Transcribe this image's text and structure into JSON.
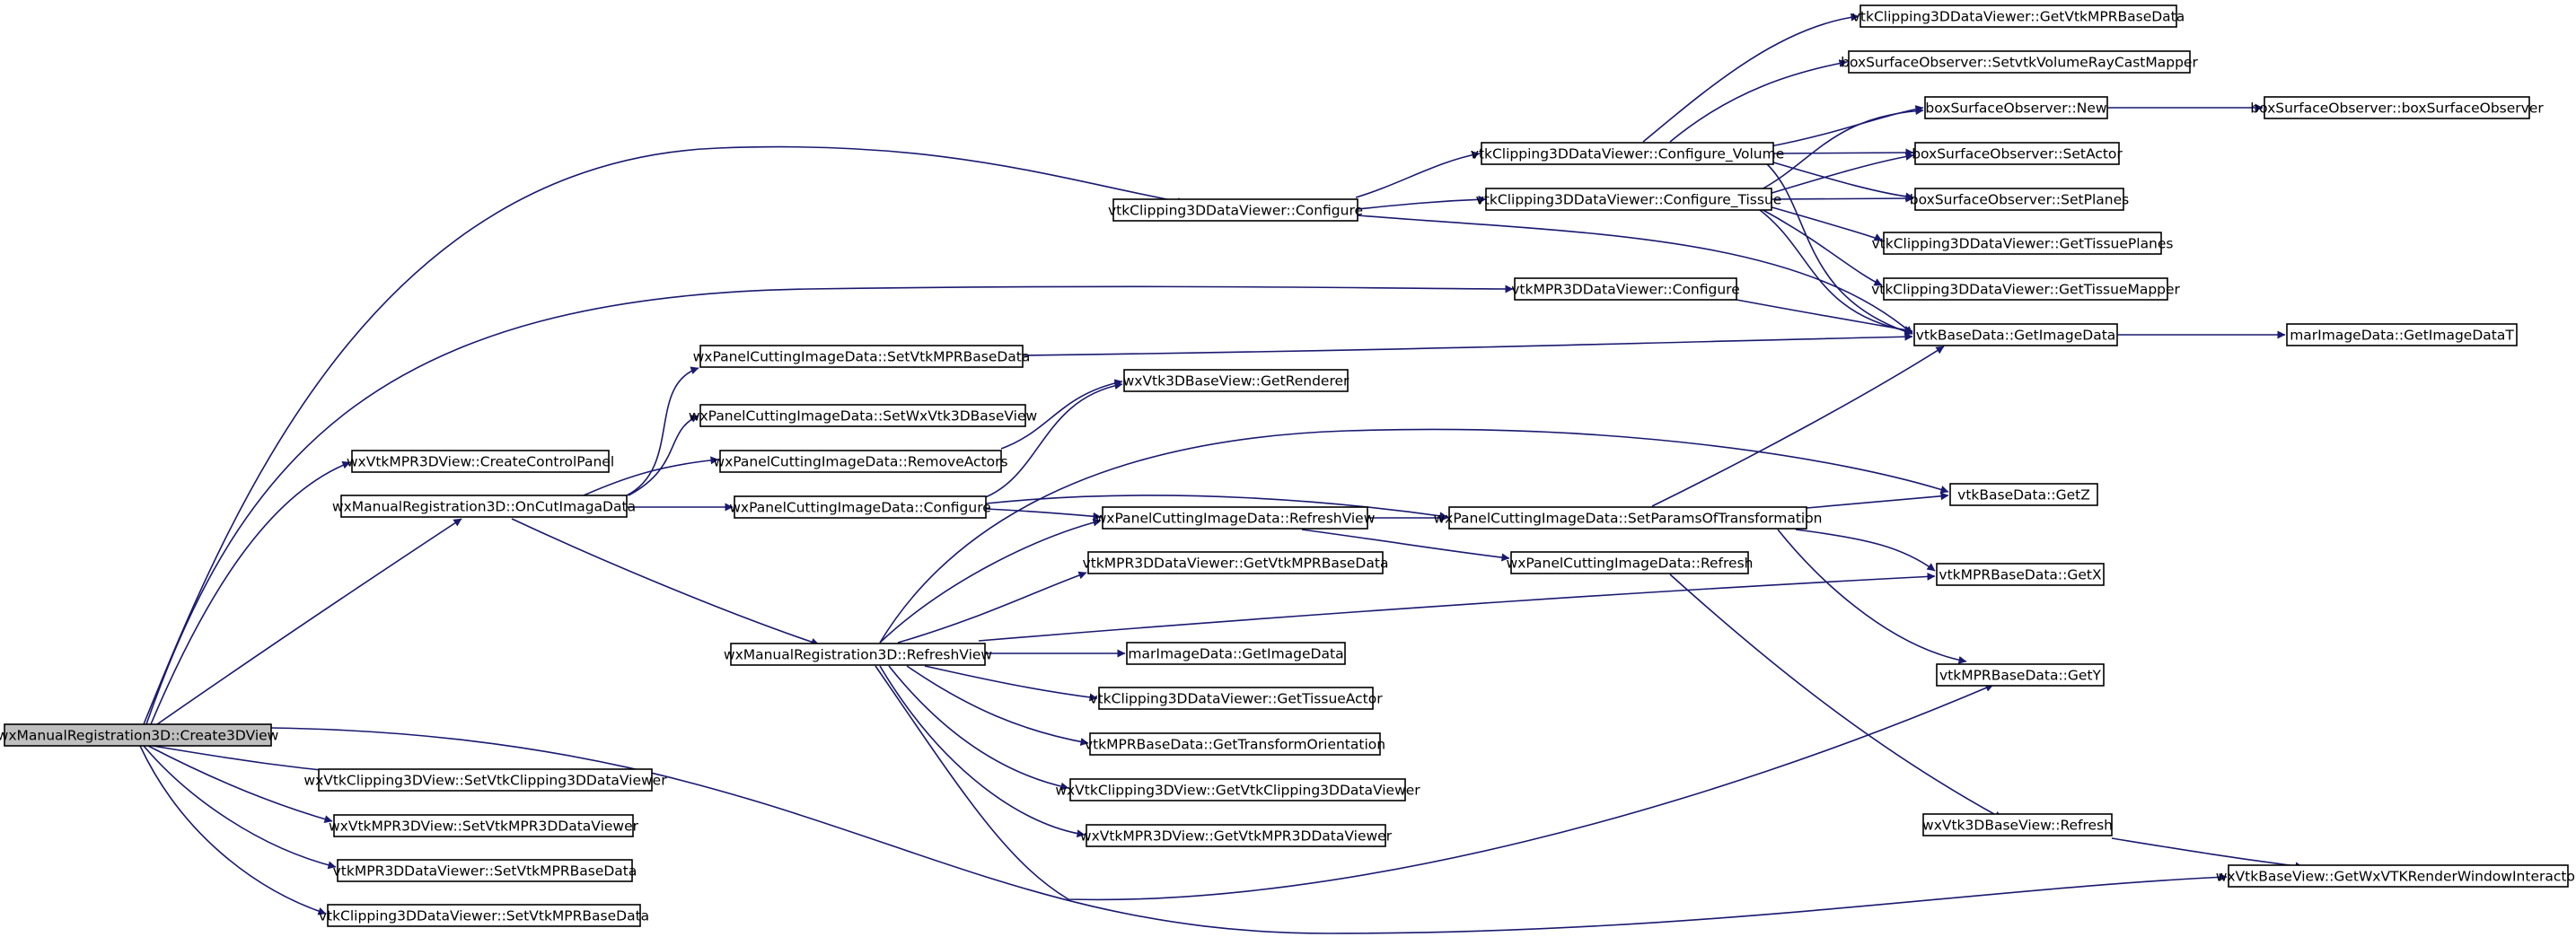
{
  "colors": {
    "edge": "#191970",
    "root_fill": "#bfbfbf",
    "node_fill": "#ffffff",
    "border": "#000000"
  },
  "nodes": {
    "root": "wxManualRegistration3D::Create3DView",
    "vtkClipping3DDataViewer_Configure": "vtkClipping3DDataViewer::Configure",
    "vtkClipping3DDataViewer_Configure_Volume": "vtkClipping3DDataViewer::Configure_Volume",
    "vtkClipping3DDataViewer_Configure_Tissue": "vtkClipping3DDataViewer::Configure_Tissue",
    "vtkClipping3DDataViewer_GetVtkMPRBaseData": "vtkClipping3DDataViewer::GetVtkMPRBaseData",
    "boxSurfaceObserver_SetvtkVolumeRayCastMapper": "boxSurfaceObserver::SetvtkVolumeRayCastMapper",
    "boxSurfaceObserver_New": "boxSurfaceObserver::New",
    "boxSurfaceObserver_boxSurfaceObserver": "boxSurfaceObserver::boxSurfaceObserver",
    "boxSurfaceObserver_SetActor": "boxSurfaceObserver::SetActor",
    "boxSurfaceObserver_SetPlanes": "boxSurfaceObserver::SetPlanes",
    "vtkClipping3DDataViewer_GetTissuePlanes": "vtkClipping3DDataViewer::GetTissuePlanes",
    "vtkClipping3DDataViewer_GetTissueMapper": "vtkClipping3DDataViewer::GetTissueMapper",
    "vtkMPR3DDataViewer_Configure": "vtkMPR3DDataViewer::Configure",
    "vtkBaseData_GetImageData": "vtkBaseData::GetImageData",
    "marImageData_GetImageDataT": "marImageData::GetImageDataT",
    "wxPanelCuttingImageData_SetVtkMPRBaseData": "wxPanelCuttingImageData::SetVtkMPRBaseData",
    "wxVtk3DBaseView_GetRenderer": "wxVtk3DBaseView::GetRenderer",
    "wxPanelCuttingImageData_SetWxVtk3DBaseView": "wxPanelCuttingImageData::SetWxVtk3DBaseView",
    "wxVtkMPR3DView_CreateControlPanel": "wxVtkMPR3DView::CreateControlPanel",
    "wxPanelCuttingImageData_RemoveActors": "wxPanelCuttingImageData::RemoveActors",
    "wxManualRegistration3D_OnCutImagaData": "wxManualRegistration3D::OnCutImagaData",
    "wxPanelCuttingImageData_Configure": "wxPanelCuttingImageData::Configure",
    "vtkBaseData_GetZ": "vtkBaseData::GetZ",
    "wxPanelCuttingImageData_RefreshView": "wxPanelCuttingImageData::RefreshView",
    "wxPanelCuttingImageData_SetParamsOfTransformation": "wxPanelCuttingImageData::SetParamsOfTransformation",
    "vtkMPR3DDataViewer_GetVtkMPRBaseData": "vtkMPR3DDataViewer::GetVtkMPRBaseData",
    "wxPanelCuttingImageData_Refresh": "wxPanelCuttingImageData::Refresh",
    "vtkMPRBaseData_GetX": "vtkMPRBaseData::GetX",
    "wxManualRegistration3D_RefreshView": "wxManualRegistration3D::RefreshView",
    "marImageData_GetImageData": "marImageData::GetImageData",
    "vtkMPRBaseData_GetY": "vtkMPRBaseData::GetY",
    "vtkClipping3DDataViewer_GetTissueActor": "vtkClipping3DDataViewer::GetTissueActor",
    "vtkMPRBaseData_GetTransformOrientation": "vtkMPRBaseData::GetTransformOrientation",
    "wxVtkClipping3DView_GetVtkClipping3DDataViewer": "wxVtkClipping3DView::GetVtkClipping3DDataViewer",
    "wxVtk3DBaseView_Refresh": "wxVtk3DBaseView::Refresh",
    "wxVtkMPR3DView_GetVtkMPR3DDataViewer": "wxVtkMPR3DView::GetVtkMPR3DDataViewer",
    "wxVtkBaseView_GetWxVTKRenderWindowInteractor": "wxVtkBaseView::GetWxVTKRenderWindowInteractor",
    "wxVtkClipping3DView_SetVtkClipping3DDataViewer": "wxVtkClipping3DView::SetVtkClipping3DDataViewer",
    "wxVtkMPR3DView_SetVtkMPR3DDataViewer": "wxVtkMPR3DView::SetVtkMPR3DDataViewer",
    "vtkMPR3DDataViewer_SetVtkMPRBaseData": "vtkMPR3DDataViewer::SetVtkMPRBaseData",
    "vtkClipping3DDataViewer_SetVtkMPRBaseData": "vtkClipping3DDataViewer::SetVtkMPRBaseData"
  }
}
